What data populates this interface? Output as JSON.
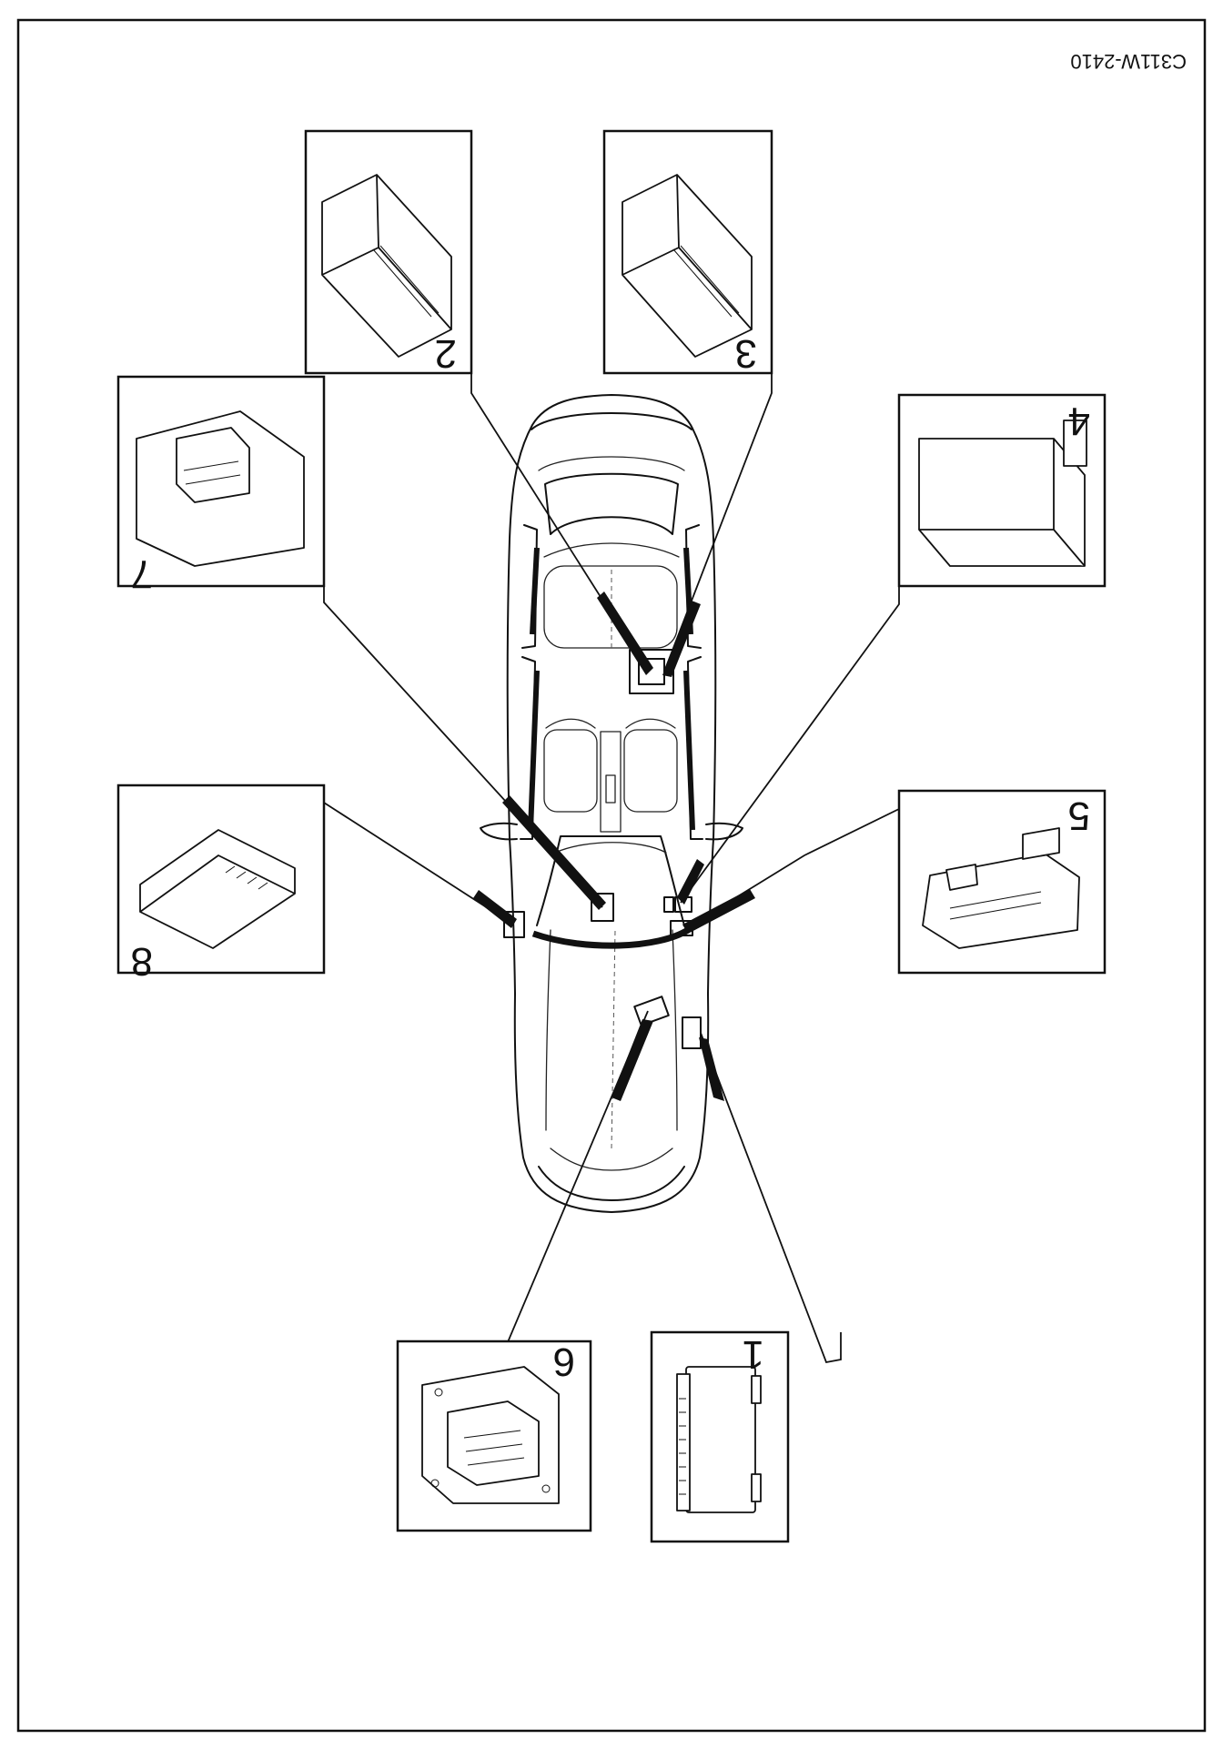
{
  "reference_code": "C311W-2410",
  "callouts": [
    {
      "id": "1",
      "label": "1"
    },
    {
      "id": "2",
      "label": "2"
    },
    {
      "id": "3",
      "label": "3"
    },
    {
      "id": "4",
      "label": "4"
    },
    {
      "id": "5",
      "label": "5"
    },
    {
      "id": "6",
      "label": "6"
    },
    {
      "id": "7",
      "label": "7"
    },
    {
      "id": "8",
      "label": "8"
    }
  ],
  "orientation": "image rotated 180 degrees",
  "line_color": "#111111",
  "background_color": "#ffffff"
}
